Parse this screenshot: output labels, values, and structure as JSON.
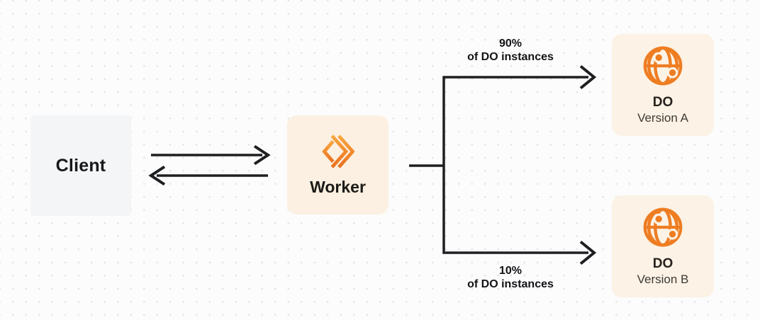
{
  "canvas": {
    "background_color": "#FCFCFD",
    "dot_grid_color": "#E3E3E6"
  },
  "nodes": {
    "client": {
      "label": "Client",
      "bg_color": "#F4F5F6"
    },
    "worker": {
      "label": "Worker",
      "bg_color": "#FBF0E1",
      "icon": "cloudflare-workers-icon",
      "icon_color_top": "#F9A63F",
      "icon_color_bottom": "#EA701E"
    },
    "do_version_a": {
      "title": "DO",
      "subtitle": "Version A",
      "bg_color": "#FCF2E5",
      "icon": "durable-object-globe-icon",
      "icon_color": "#EE7D22"
    },
    "do_version_b": {
      "title": "DO",
      "subtitle": "Version B",
      "bg_color": "#FCF2E5",
      "icon": "durable-object-globe-icon",
      "icon_color": "#EE7D22"
    }
  },
  "edges": {
    "line_color": "#1E1F21",
    "client_worker": {
      "type": "bidirectional-arrows"
    },
    "split_top": {
      "label_lines": [
        "90%",
        "of DO instances"
      ]
    },
    "split_bottom": {
      "label_lines": [
        "10%",
        "of DO instances"
      ]
    }
  }
}
